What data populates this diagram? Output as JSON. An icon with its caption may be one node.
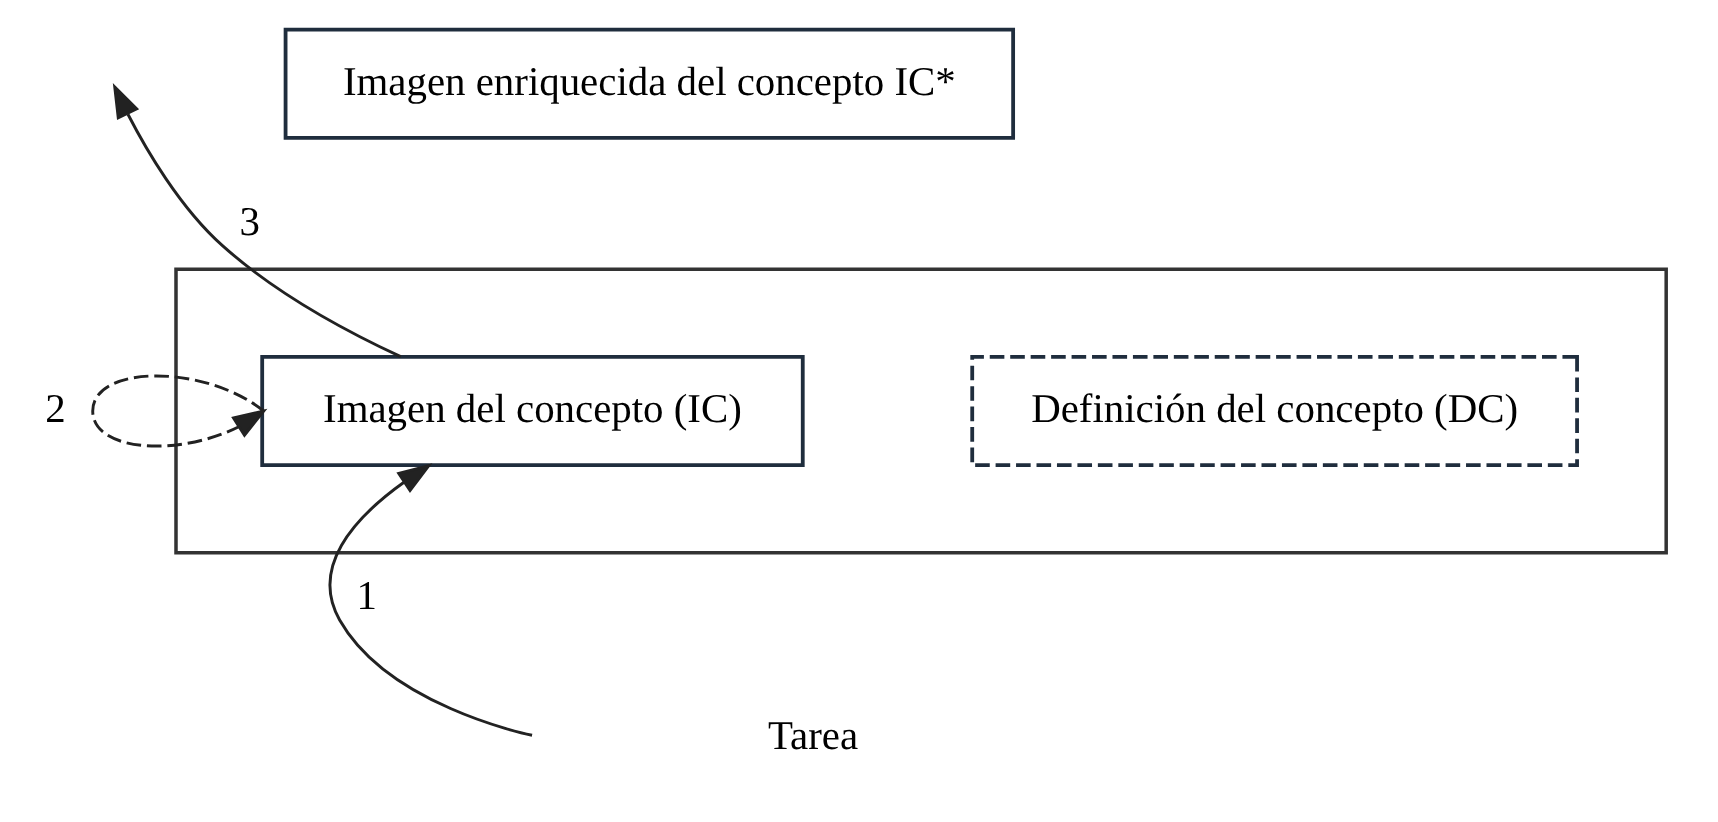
{
  "diagram": {
    "nodes": [
      {
        "text": [],
        "shape": "box"
      },
      {
        "text": [
          "Definición del concepto (DC)"
        ],
        "in": 0
      },
      {
        "text": [
          "Imagen del concepto (IC)"
        ],
        "in": 0
      },
      {
        "text": [
          "Imagen enriquecida del concepto IC*"
        ]
      }
    ],
    "edges": [
      {
        "from": null,
        "to": 2,
        "arrow": "to",
        "label": "1"
      },
      {
        "from": 2,
        "to": 2,
        "arrow": "to",
        "label": "2",
        "style": "dashed"
      },
      {
        "from": 2,
        "to": null,
        "arrow": "to",
        "label": "3"
      }
    ],
    "labels": [
      "Tarea"
    ]
  }
}
